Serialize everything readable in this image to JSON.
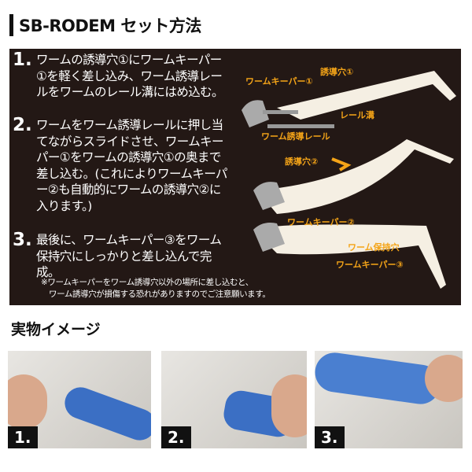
{
  "title": "SB-RODEM セット方法",
  "steps": [
    {
      "num": "1.",
      "text": "ワームの誘導穴①にワームキーパー①を軽く差し込み、ワーム誘導レールをワームのレール溝にはめ込む。"
    },
    {
      "num": "2.",
      "text": "ワームをワーム誘導レールに押し当てながらスライドさせ、ワームキーパー①をワームの誘導穴①の奥まで差し込む。(これによりワームキーパー②も自動的にワームの誘導穴②に入ります。)"
    },
    {
      "num": "3.",
      "text": "最後に、ワームキーパー③をワーム保持穴にしっかりと差し込んで完成。"
    }
  ],
  "labels": {
    "keeper1": "ワームキーパー①",
    "hole1": "誘導穴①",
    "rail_groove": "レール溝",
    "guide_rail": "ワーム誘導レール",
    "hole2": "誘導穴②",
    "keeper2": "ワームキーパー②",
    "holding_hole": "ワーム保持穴",
    "keeper3": "ワームキーパー③"
  },
  "note": [
    "※ワームキーパーをワーム誘導穴以外の場所に差し込むと、",
    "ワーム誘導穴が損傷する恐れがありますのでご注意願います。"
  ],
  "subtitle": "実物イメージ",
  "photos": [
    {
      "badge": "1."
    },
    {
      "badge": "2."
    },
    {
      "badge": "3."
    }
  ],
  "colors": {
    "panel": "#231815",
    "accent": "#f4a418",
    "worm": "#3b6fc4"
  }
}
